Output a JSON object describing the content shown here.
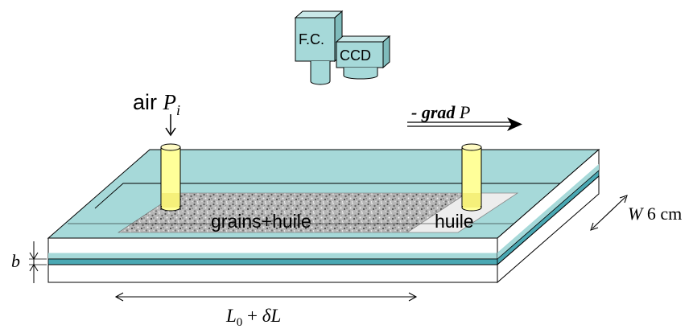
{
  "camera": {
    "fc_label": "F.C.",
    "ccd_label": "CCD"
  },
  "inlet": {
    "air_text": "air ",
    "pressure_symbol": "P",
    "pressure_subscript": "i"
  },
  "gradient": {
    "minus_grad": "- grad ",
    "symbol": "P"
  },
  "cell": {
    "grains_label": "grains+huile",
    "oil_label": "huile"
  },
  "dimensions": {
    "width_symbol": "W",
    "width_value": " 6 cm",
    "gap_symbol": "b",
    "length_L": "L",
    "length_sub": "0",
    "length_plus": " + ",
    "length_delta": "δL"
  },
  "colors": {
    "glass": "#a6d9d9",
    "glass_edge": "#4aa8b3",
    "tube": "#ffff99",
    "outline": "#000000"
  }
}
